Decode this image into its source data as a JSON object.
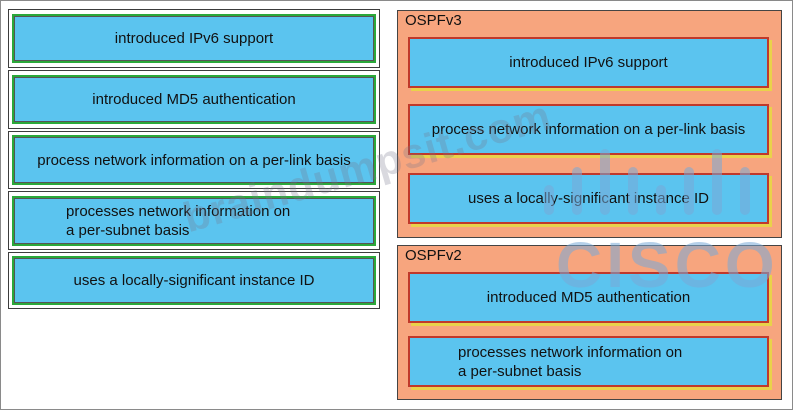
{
  "source_items": [
    {
      "label": "introduced IPv6 support"
    },
    {
      "label": "introduced MD5 authentication"
    },
    {
      "label": "process network information on a per-link basis"
    },
    {
      "label": "processes network information on a per-subnet basis",
      "line1": "processes network information on",
      "line2": "a per-subnet basis"
    },
    {
      "label": "uses a locally-significant instance ID"
    }
  ],
  "groups": {
    "ospfv3": {
      "title": "OSPFv3",
      "items": [
        {
          "label": "introduced IPv6 support"
        },
        {
          "label": "process network information on a per-link basis"
        },
        {
          "label": "uses a locally-significant instance ID"
        }
      ]
    },
    "ospfv2": {
      "title": "OSPFv2",
      "items": [
        {
          "label": "introduced MD5 authentication"
        },
        {
          "line1": "processes network information on",
          "line2": "a per-subnet basis"
        }
      ]
    }
  },
  "watermark": {
    "text": "braindumpsit.com",
    "brand": "CISCO",
    "brand_color": "#78aad7"
  },
  "colors": {
    "item_fill": "#5bc4ef",
    "source_border": "#2aa83a",
    "target_border": "#c0392b",
    "group_fill": "#f7a57e"
  }
}
